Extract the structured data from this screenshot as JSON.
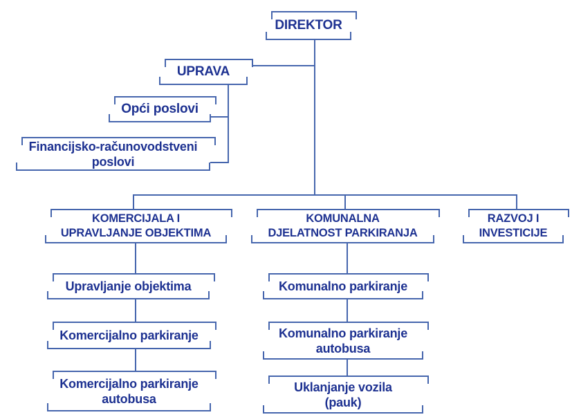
{
  "colors": {
    "line": "#4565ad",
    "text": "#1d3191",
    "background": "#ffffff"
  },
  "org_chart": {
    "type": "org-tree",
    "root": "DIREKTOR",
    "nodes": {
      "direktor": {
        "label": "DIREKTOR"
      },
      "uprava": {
        "label": "UPRAVA"
      },
      "opci": {
        "label": "Opći poslovi"
      },
      "fin": {
        "label": "Financijsko-računovodstveni\nposlovi"
      },
      "komercijala": {
        "label": "KOMERCIJALA I\nUPRAVLJANJE OBJEKTIMA"
      },
      "komunalna": {
        "label": "KOMUNALNA\nDJELATNOST PARKIRANJA"
      },
      "razvoj": {
        "label": "RAZVOJ I\nINVESTICIJE"
      },
      "upr_obj": {
        "label": "Upravljanje objektima"
      },
      "kom_park": {
        "label": "Komercijalno parkiranje"
      },
      "kom_auto": {
        "label": "Komercijalno parkiranje\nautobusa"
      },
      "komu_park": {
        "label": "Komunalno parkiranje"
      },
      "komu_auto": {
        "label": "Komunalno parkiranje\nautobusa"
      },
      "uklanjanje": {
        "label": "Uklanjanje vozila\n(pauk)"
      }
    },
    "edges": [
      [
        "DIREKTOR",
        "UPRAVA"
      ],
      [
        "UPRAVA",
        "Opći poslovi"
      ],
      [
        "UPRAVA",
        "Financijsko-računovodstveni poslovi"
      ],
      [
        "DIREKTOR",
        "KOMERCIJALA I UPRAVLJANJE OBJEKTIMA"
      ],
      [
        "DIREKTOR",
        "KOMUNALNA DJELATNOST PARKIRANJA"
      ],
      [
        "DIREKTOR",
        "RAZVOJ I INVESTICIJE"
      ],
      [
        "KOMERCIJALA I UPRAVLJANJE OBJEKTIMA",
        "Upravljanje objektima"
      ],
      [
        "KOMERCIJALA I UPRAVLJANJE OBJEKTIMA",
        "Komercijalno parkiranje"
      ],
      [
        "KOMERCIJALA I UPRAVLJANJE OBJEKTIMA",
        "Komercijalno parkiranje autobusa"
      ],
      [
        "KOMUNALNA DJELATNOST PARKIRANJA",
        "Komunalno parkiranje"
      ],
      [
        "KOMUNALNA DJELATNOST PARKIRANJA",
        "Komunalno parkiranje autobusa"
      ],
      [
        "KOMUNALNA DJELATNOST PARKIRANJA",
        "Uklanjanje vozila (pauk)"
      ]
    ]
  }
}
